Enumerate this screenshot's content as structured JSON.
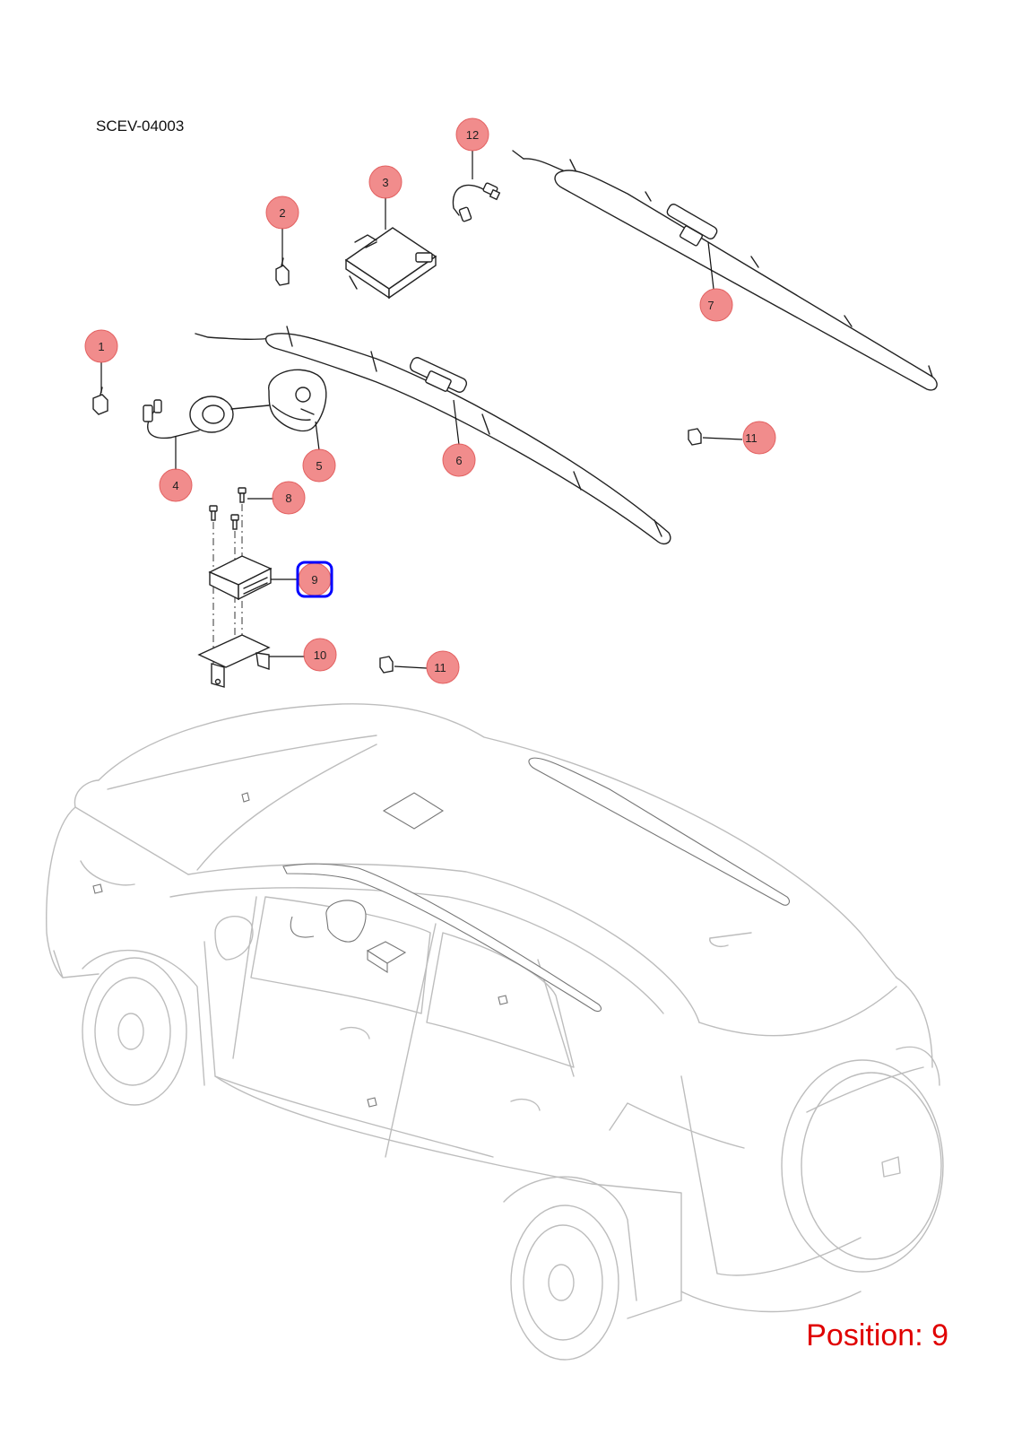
{
  "document": {
    "code": "SCEV-04003"
  },
  "status": {
    "position_label": "Position: 9"
  },
  "callouts": [
    {
      "id": "c1",
      "label": "1"
    },
    {
      "id": "c2",
      "label": "2"
    },
    {
      "id": "c3",
      "label": "3"
    },
    {
      "id": "c4",
      "label": "4"
    },
    {
      "id": "c5",
      "label": "5"
    },
    {
      "id": "c6",
      "label": "6"
    },
    {
      "id": "c7",
      "label": "7"
    },
    {
      "id": "c8",
      "label": "8"
    },
    {
      "id": "c9",
      "label": "9",
      "selected": true
    },
    {
      "id": "c10",
      "label": "10"
    },
    {
      "id": "c11a",
      "label": "11"
    },
    {
      "id": "c11b",
      "label": "11"
    },
    {
      "id": "c12",
      "label": "12"
    }
  ],
  "colors": {
    "callout_fill": "#f08080",
    "callout_stroke": "#e05050",
    "selected_outline": "#0000ff",
    "position_text": "#e00000"
  }
}
